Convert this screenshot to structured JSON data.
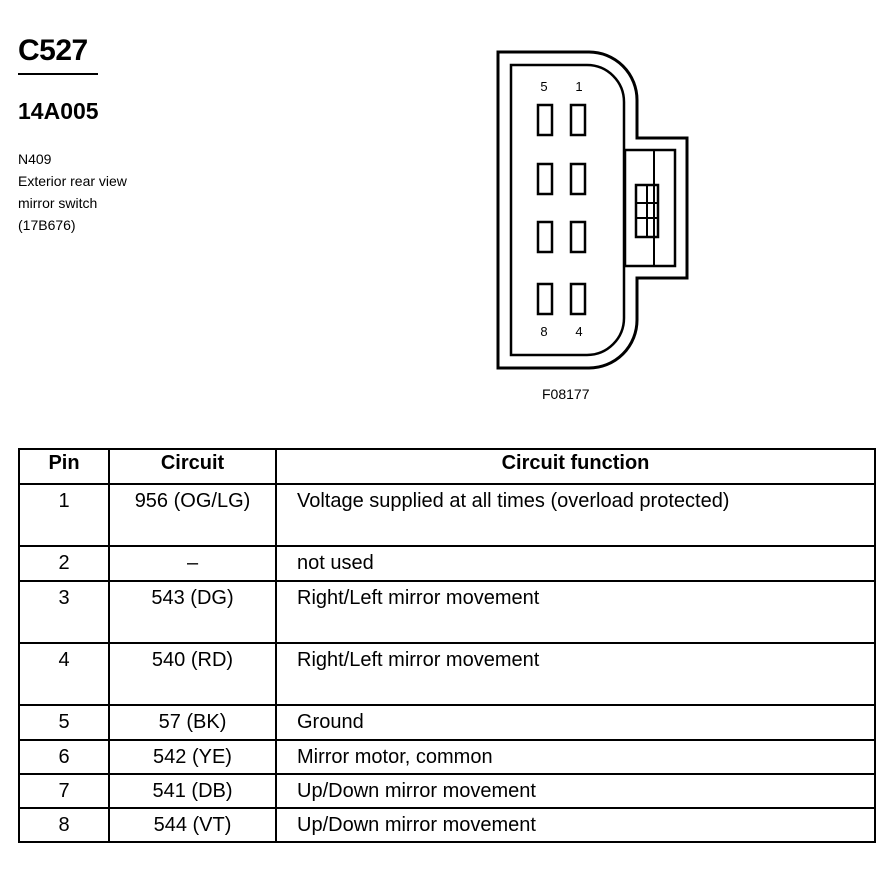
{
  "header": {
    "connector_id": "C527",
    "part_number": "14A005",
    "description_lines": [
      "N409",
      "Exterior rear view",
      "mirror switch",
      "(17B676)"
    ]
  },
  "connector": {
    "top_pin_labels": [
      "5",
      "1"
    ],
    "bottom_pin_labels": [
      "8",
      "4"
    ],
    "figure_code": "F08177"
  },
  "table": {
    "headers": [
      "Pin",
      "Circuit",
      "Circuit function"
    ],
    "rows": [
      {
        "pin": "1",
        "circuit": "956 (OG/LG)",
        "function": "Voltage supplied at all times (overload protected)"
      },
      {
        "pin": "2",
        "circuit": "–",
        "function": "not used"
      },
      {
        "pin": "3",
        "circuit": "543 (DG)",
        "function": "Right/Left mirror movement"
      },
      {
        "pin": "4",
        "circuit": "540 (RD)",
        "function": "Right/Left mirror movement"
      },
      {
        "pin": "5",
        "circuit": "57 (BK)",
        "function": "Ground"
      },
      {
        "pin": "6",
        "circuit": "542 (YE)",
        "function": "Mirror motor, common"
      },
      {
        "pin": "7",
        "circuit": "541 (DB)",
        "function": "Up/Down mirror movement"
      },
      {
        "pin": "8",
        "circuit": "544 (VT)",
        "function": "Up/Down mirror movement"
      }
    ]
  }
}
